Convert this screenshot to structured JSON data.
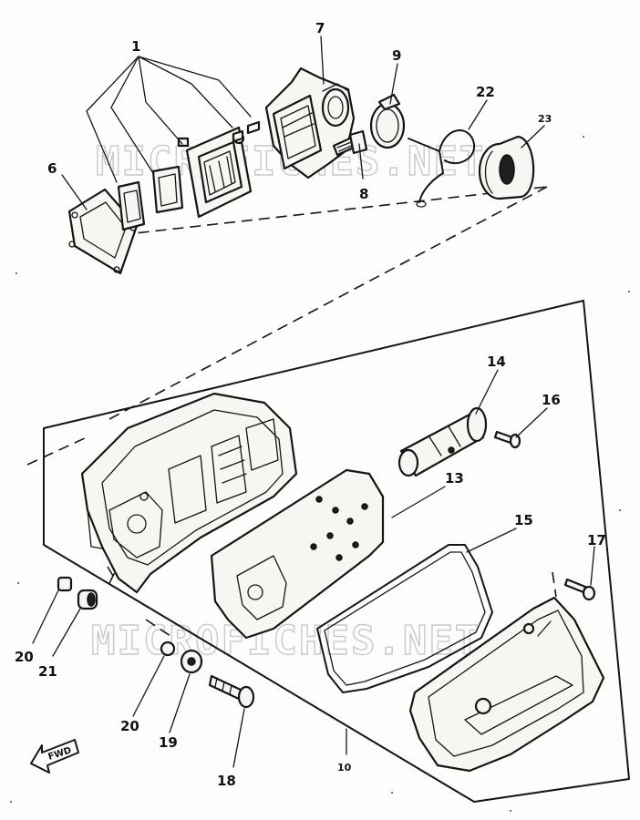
{
  "diagram": {
    "watermark": "MICROFICHES.NET",
    "fwd_label": "FWD",
    "callouts": {
      "c1": "1",
      "c6": "6",
      "c7": "7",
      "c8": "8",
      "c9": "9",
      "c22": "22",
      "c23": "23",
      "c14": "14",
      "c16": "16",
      "c13": "13",
      "c15": "15",
      "c17": "17",
      "c20a": "20",
      "c21": "21",
      "c20b": "20",
      "c19": "19",
      "c18": "18",
      "c10": "10"
    }
  }
}
